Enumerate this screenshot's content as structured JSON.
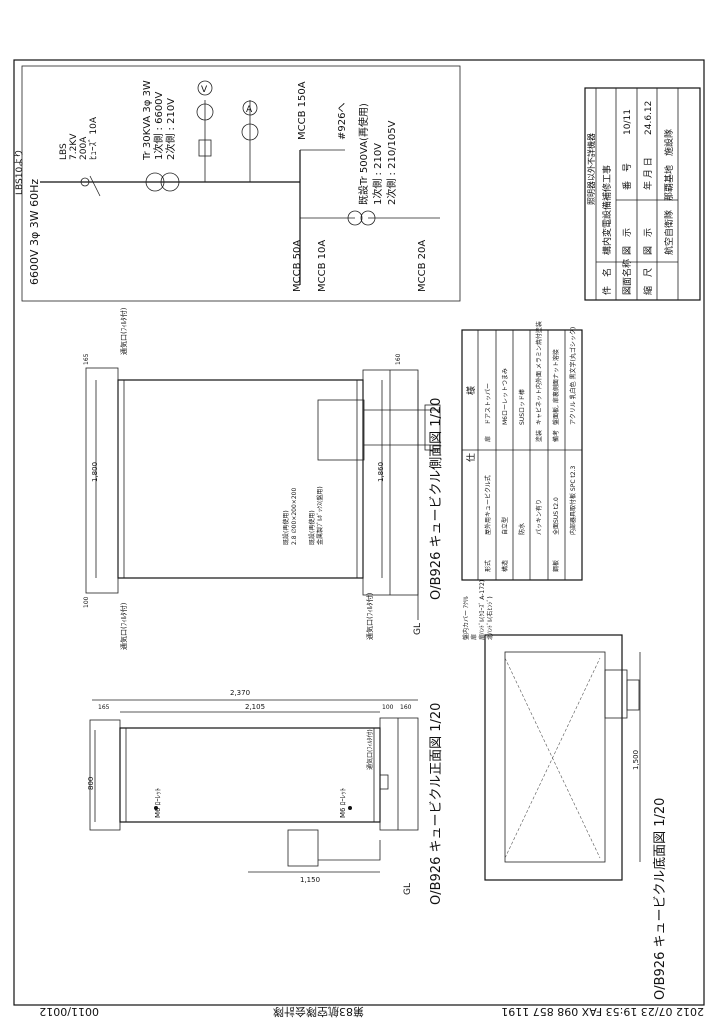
{
  "fax_footer": {
    "page": "0011/0012",
    "sender": "第83航空隊会計隊",
    "datetime_fax": "2012 07/23 19:53 FAX 098 857 1191"
  },
  "single_line": {
    "source": "LBS10より",
    "supply": "6600V 3φ 3W 60Hz",
    "lbs": [
      "LBS",
      "7.2KV",
      "200A",
      "ﾋｭｰｽﾞ 10A"
    ],
    "transformer": [
      "Tr 30KVA 3φ 3W",
      "1次側 : 6600V",
      "2次側 : 210V"
    ],
    "meter_v": "V",
    "meter_a": "A",
    "mccb_150": "MCCB 150A",
    "to_926": "#926へ",
    "existing_tr": [
      "既設Tr 500VA(再使用)",
      "1次側 : 210V",
      "2次側 : 210/105V"
    ],
    "mccb_50": "MCCB 50A",
    "mccb_10": "MCCB 10A",
    "mccb_20": "MCCB 20A"
  },
  "title_block": {
    "revision": "照明器以外不詳機器",
    "rows": [
      {
        "k": "件　名",
        "v": "構内変電設備補修工事"
      },
      {
        "k": "図面名称",
        "v": "図　示"
      },
      {
        "k": "",
        "v": "番　号",
        "v2": "10/11"
      },
      {
        "k": "縮　尺",
        "v": "図　示"
      },
      {
        "k": "",
        "v": "年 月 日",
        "v2": "24.6.12"
      }
    ],
    "owner": "航空自衛隊　那覇基地　施設隊"
  },
  "side_view": {
    "caption": "O/B926 キュービクル側面図 1/20",
    "vent_top": "通気口(ﾌｨﾙﾀ付)",
    "vent_bottom": "通気口(ﾌｨﾙﾀ付)",
    "vent_base": "通気口(ﾌｨﾙﾀ付)",
    "dim_1800": "1,800",
    "dim_1860": "1,860",
    "dim_165": "165",
    "dim_100": "100",
    "dim_160": "160",
    "box_note_1": "既設(再使用)",
    "box_note_2": "2.8 ∅00×200×200",
    "box_note_3": "既設(再使用)",
    "box_note_4": "金属製ﾌﾟﾙﾎﾞｯｸｽ(盤用)",
    "gl": "GL"
  },
  "front_view": {
    "caption": "O/B926 キュービクル正面図 1/20",
    "dim_2370": "2,370",
    "dim_2105": "2,105",
    "dim_165": "165",
    "dim_100": "100",
    "dim_160": "160",
    "dim_800": "800",
    "dim_1150": "1,150",
    "handle_top": "M6 ﾛｰﾚｯﾄ",
    "handle_bottom": "M6 ﾛｰﾚｯﾄ",
    "vent": "通気口(ﾌｨﾙﾀ付)",
    "gl": "GL"
  },
  "bottom_view": {
    "caption": "O/B926 キュービクル底面図 1/20",
    "dim_1500": "1,500"
  },
  "spec_table": {
    "title_shi": "仕",
    "title_yo": "様",
    "rows": [
      {
        "k": "形式",
        "v": "屋外用キュービクル式"
      },
      {
        "k": "構造",
        "v": "自立型"
      },
      {
        "k": "",
        "v": "防水"
      },
      {
        "k": "",
        "v": "パッキン有り"
      },
      {
        "k": "鋼板",
        "v": "全面SUS t2.0"
      },
      {
        "k": "",
        "v": "内部器具取付板 SPC t2.3"
      },
      {
        "k": "",
        "v": "盤内カバー ｱｸﾘﾙ"
      },
      {
        "k": "扉",
        "v": "扉ﾊﾝﾄﾞﾙ(ｸﾛｰｽﾞ A-172)"
      },
      {
        "k": "",
        "v": "北ﾊﾝﾄﾞﾙ(右ﾋﾝｼﾞ)"
      }
    ],
    "right_rows": [
      {
        "k": "扉",
        "v": "ドアストッパー"
      },
      {
        "k": "",
        "v": "M6ローレットつまみ"
      },
      {
        "k": "",
        "v": "SUSロッド棒"
      },
      {
        "k": "塗装",
        "v": "キャビネット内外面 メラミン焼付塗装"
      },
      {
        "k": "備考",
        "v": "盤面板, 扉裏側面ナット溶接"
      },
      {
        "k": "",
        "v": "アクリル 乳白色 黒文字(丸ゴシック)"
      }
    ]
  }
}
